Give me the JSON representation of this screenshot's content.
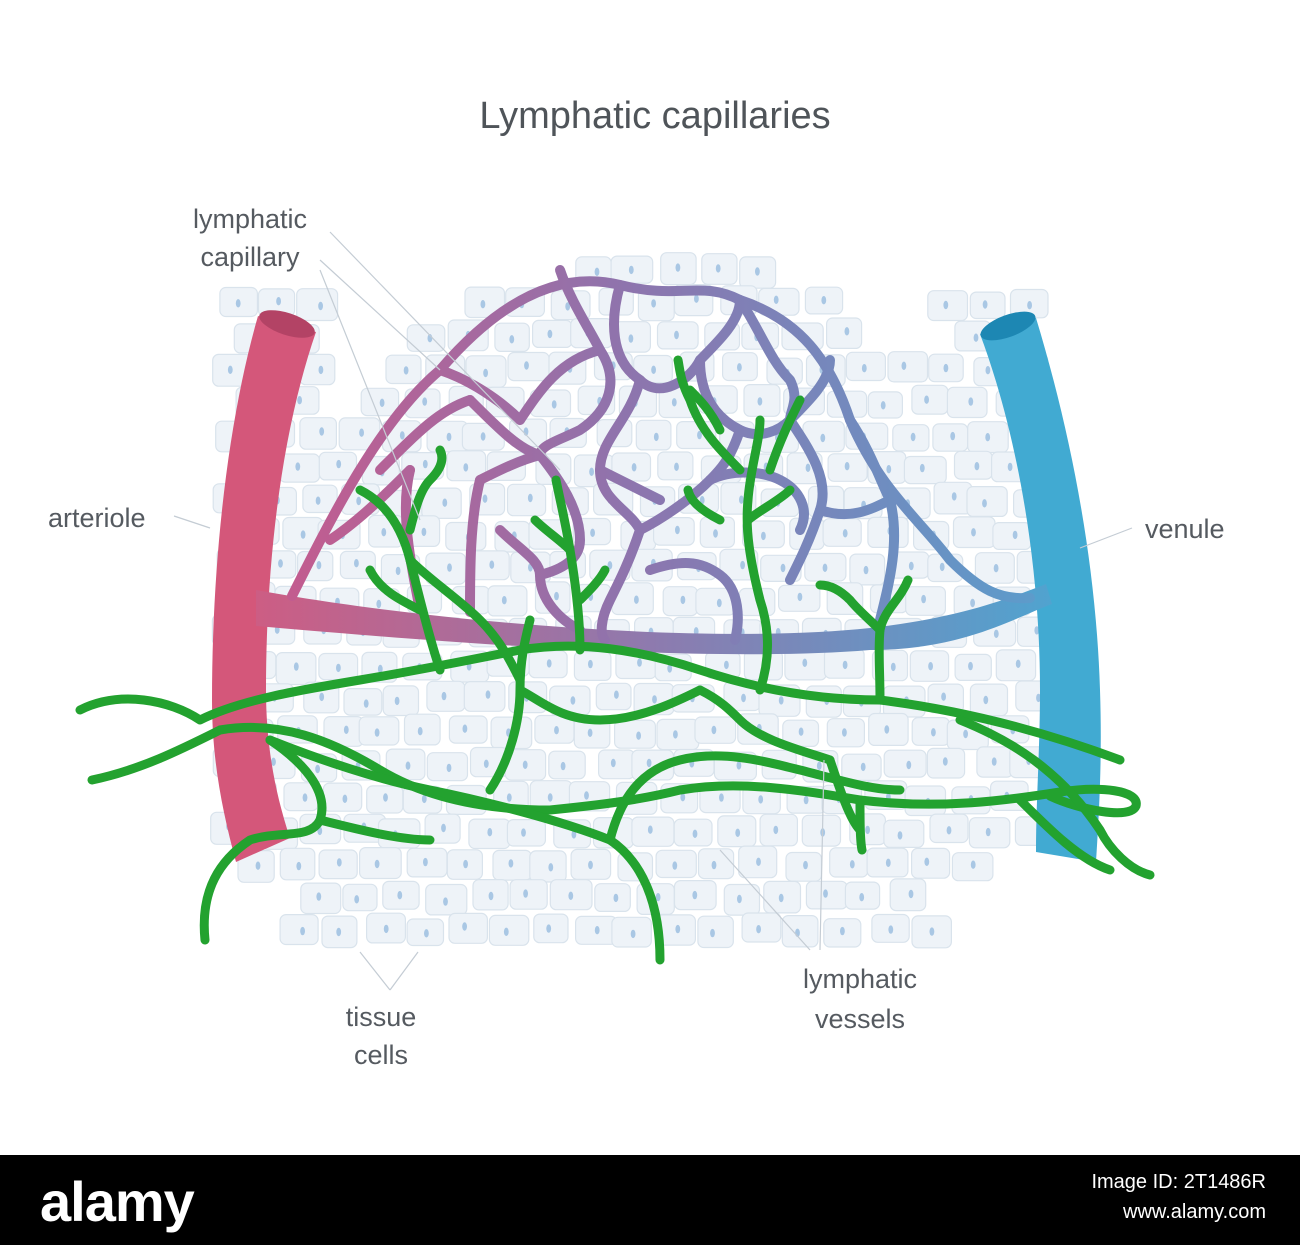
{
  "diagram": {
    "title": "Lymphatic capillaries",
    "labels": {
      "lymphatic_capillary": [
        "lymphatic",
        "capillary"
      ],
      "arteriole": "arteriole",
      "venule": "venule",
      "tissue_cells": [
        "tissue",
        "cells"
      ],
      "lymphatic_vessels": [
        "lymphatic",
        "vessels"
      ]
    },
    "colors": {
      "arteriole": "#d4577a",
      "venule": "#41aad2",
      "lymphatic": "#23a22f",
      "capillary_start": "#c45b8e",
      "capillary_mid": "#8e74ad",
      "capillary_end": "#5b9dcc",
      "tissue_cell": "#eef3f8",
      "nucleus": "#a9c7e4"
    }
  },
  "footer": {
    "brand": "alamy",
    "image_id_label": "Image ID: 2T1486R",
    "site": "www.alamy.com",
    "background": "#000000"
  }
}
